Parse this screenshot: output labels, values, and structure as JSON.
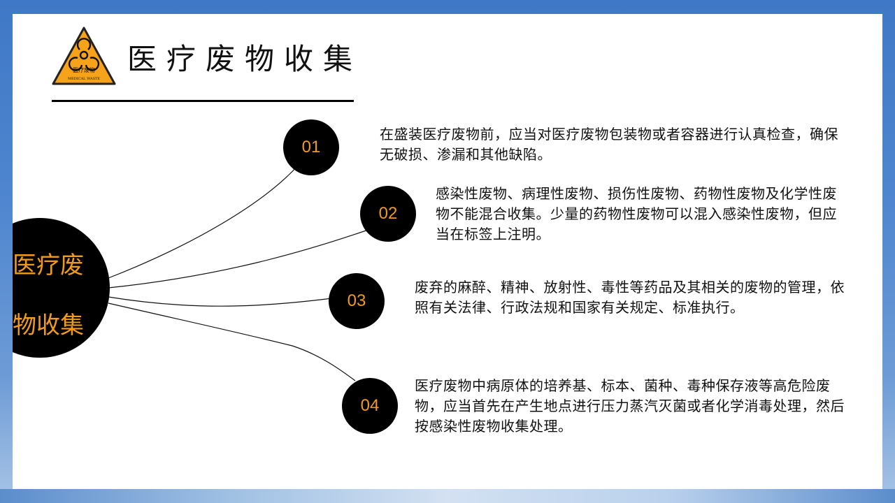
{
  "slide": {
    "title": "医疗废物收集",
    "logo": {
      "icon": "biohazard-warning-triangle-icon",
      "label_cn": "医疗废物",
      "label_en": "MEDICAL WASTE",
      "fill_color": "#f7a21b",
      "border_color": "#222222"
    },
    "hub": {
      "line1": "医疗废",
      "line2": "物收集",
      "text_color": "#f19a1c",
      "fill_color": "#000000"
    },
    "items": [
      {
        "number": "01",
        "text": "在盛装医疗废物前，应当对医疗废物包装物或者容器进行认真检查，确保无破损、渗漏和其他缺陷。"
      },
      {
        "number": "02",
        "text": "感染性废物、病理性废物、损伤性废物、药物性废物及化学性废物不能混合收集。少量的药物性废物可以混入感染性废物，但应当在标签上注明。"
      },
      {
        "number": "03",
        "text": "废弃的麻醉、精神、放射性、毒性等药品及其相关的废物的管理，依照有关法律、行政法规和国家有关规定、标准执行。"
      },
      {
        "number": "04",
        "text": "医疗废物中病原体的培养基、标本、菌种、毒种保存液等高危险废物，应当首先在产生地点进行压力蒸汽灭菌或者化学消毒处理，然后按感染性废物收集处理。"
      }
    ],
    "colors": {
      "accent": "#f19a1c",
      "background_blue": "#4f86cf",
      "panel": "#ffffff"
    }
  }
}
